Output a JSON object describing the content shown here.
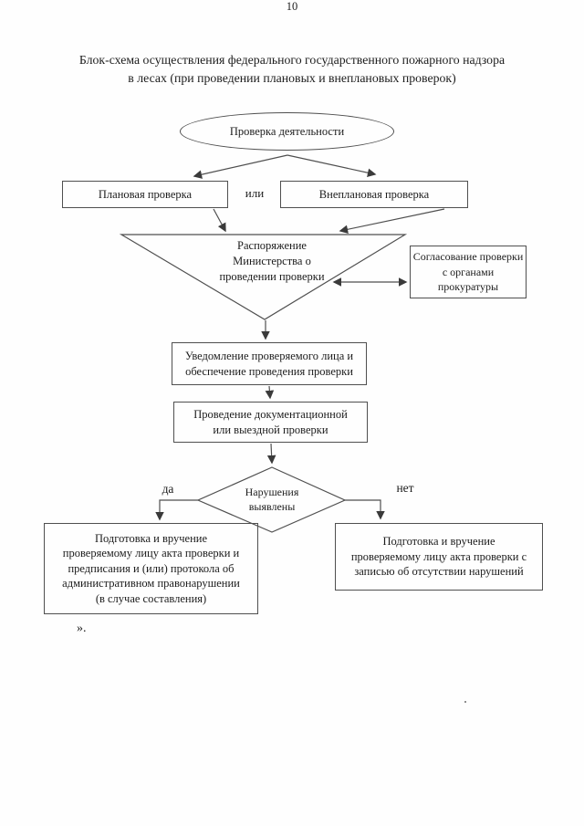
{
  "page": {
    "number": "10",
    "title_line1": "Блок-схема осуществления федерального государственного пожарного надзора",
    "title_line2": "в лесах (при проведении плановых и внеплановых проверок)",
    "closing_mark": "»."
  },
  "flowchart": {
    "start": "Проверка деятельности",
    "planned": "Плановая проверка",
    "or": "или",
    "unplanned": "Внеплановая проверка",
    "ministry_order": "Распоряжение Министерства о проведении проверки",
    "prosecutor_approval": "Согласование проверки с органами прокуратуры",
    "notification": "Уведомление проверяемого лица и обеспечение проведения проверки",
    "inspection": "Проведение документационной или выездной проверки",
    "decision": "Нарушения выявлены",
    "yes": "да",
    "no": "нет",
    "result_violations": "Подготовка и вручение проверяемому лицу акта проверки и предписания и (или) протокола об административном правонарушении (в случае составления)",
    "result_no_violations": "Подготовка и вручение проверяемому лицу акта проверки с записью об отсутствии нарушений"
  },
  "colors": {
    "ink": "#1c1c1c",
    "line": "#4f4f4f",
    "paper": "#fefefe"
  }
}
